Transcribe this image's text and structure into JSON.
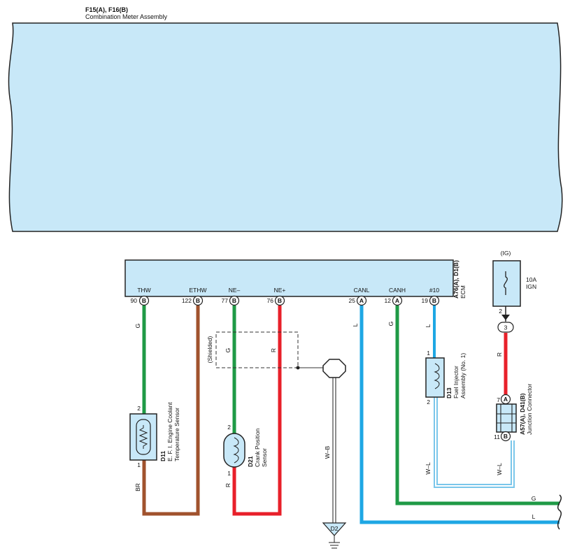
{
  "meter": {
    "connector": "F15(A), F16(B)",
    "name": "Combination Meter Assembly"
  },
  "ecm": {
    "connector": "A76(A), D1(B)",
    "name": "ECM",
    "pins": [
      {
        "label": "THW",
        "num": "90",
        "conn": "B"
      },
      {
        "label": "ETHW",
        "num": "122",
        "conn": "B"
      },
      {
        "label": "NE–",
        "num": "77",
        "conn": "B"
      },
      {
        "label": "NE+",
        "num": "76",
        "conn": "B"
      },
      {
        "label": "CANL",
        "num": "25",
        "conn": "A"
      },
      {
        "label": "CANH",
        "num": "12",
        "conn": "A"
      },
      {
        "label": "#10",
        "num": "19",
        "conn": "B"
      }
    ]
  },
  "components": {
    "d11": {
      "code": "D11",
      "name_line1": "E. F. I.  Engine Coolant",
      "name_line2": "Temperature Sensor",
      "pin_top": "2",
      "pin_bottom": "1"
    },
    "d21": {
      "code": "D21",
      "name_line1": "Crank Position",
      "name_line2": "Sensor",
      "pin_top": "2",
      "pin_bottom": "1"
    },
    "d13": {
      "code": "D13",
      "name_line1": "Fuel Injector",
      "name_line2": "Assembly (No. 1)",
      "pin_top": "1",
      "pin_bottom": "2"
    },
    "a57": {
      "code": "A57(A), D41(B)",
      "name": "Junction Connector",
      "pin_top": "7",
      "conn_top": "A",
      "pin_bottom": "11",
      "conn_bottom": "B"
    },
    "fuse": {
      "group": "(IG)",
      "rating": "10A",
      "name": "IGN",
      "pin_out": "2",
      "junction": "3"
    },
    "ground": {
      "code": "D2"
    },
    "shield": {
      "label": "(Shielded)"
    }
  },
  "wire_labels": {
    "thw": "G",
    "thw_bottom": "BR",
    "ne_minus": "G",
    "ne_minus_bottom": "R",
    "ne_plus": "R",
    "ground": "W–B",
    "canl": "L",
    "canh": "G",
    "inj": "L",
    "inj_bottom": "W–L",
    "a57_bottom": "W–L",
    "ign": "R",
    "right_g": "G",
    "right_l": "L"
  },
  "colors": {
    "panel_fill": "#c8e8f8",
    "wire_green": "#1f9a46",
    "wire_brown": "#a0522d",
    "wire_red": "#e8202a",
    "wire_blue": "#1ea7e4",
    "wire_white_blue": "#7ac6ea",
    "wire_black": "#222222"
  }
}
